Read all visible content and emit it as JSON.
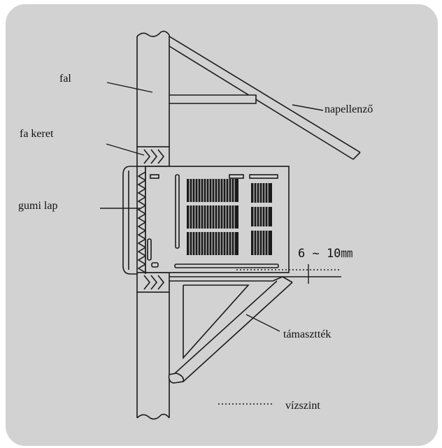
{
  "labels": {
    "fal": "fal",
    "fa_keret": "fa keret",
    "gumi_lap": "gumi lap",
    "napellenzo": "napellenző",
    "gap": "6 ~ 10㎜",
    "tamasztek": "támasztték",
    "vizszint": "vízszint"
  },
  "colors": {
    "background": "#d2d2d2",
    "line": "#1a1a1a",
    "fill": "#d2d2d2"
  }
}
